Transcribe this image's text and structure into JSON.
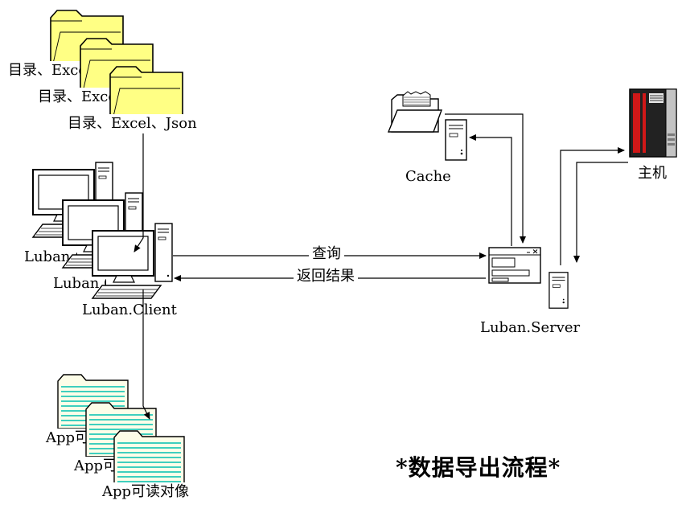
{
  "diagram": {
    "title": "*数据导出流程*",
    "sources": {
      "folder_labels": [
        "目录、Excel、Json",
        "目录、Excel、Json",
        "目录、Excel、Json"
      ]
    },
    "clients": {
      "labels": [
        "Luban.Client",
        "Luban.Client",
        "Luban.Client"
      ]
    },
    "cache": {
      "label": "Cache"
    },
    "host": {
      "label": "主机"
    },
    "server": {
      "label": "Luban.Server"
    },
    "outputs": {
      "labels": [
        "App可读对像",
        "App可读对像",
        "App可读对像"
      ]
    },
    "flows": {
      "query": "查询",
      "result": "返回结果"
    },
    "colors": {
      "folder_yellow": "#ffff84",
      "lined_paper": "#fdfde8",
      "paper_line_teal": "#00c0b0",
      "host_red": "#d01818",
      "outline": "#000000"
    }
  }
}
